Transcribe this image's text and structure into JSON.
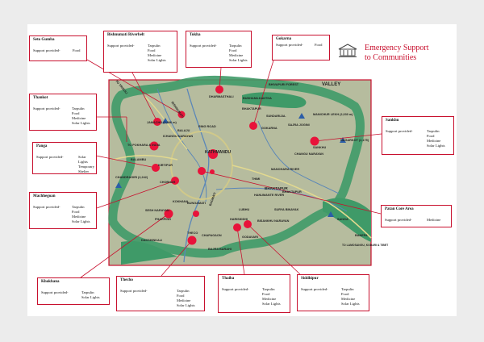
{
  "header": {
    "title_line1": "Emergency Support",
    "title_line2": "to Communities"
  },
  "colors": {
    "accent": "#c8102e",
    "marker": "#e8133a",
    "land": "#b2b89a",
    "forest": "#4a9a6a"
  },
  "map_labels": {
    "valley": "VALLEY",
    "kathmandu": "KATHMANDU",
    "bhaktapur": "BHAKTAPUR",
    "bhaktapur_small": "BHAKTAPUR",
    "to_trisuli": "TO TRISULI",
    "bhaktapur_top": "BHAKTAPUR",
    "bhivapuri_forest": "BHIVAPURI FOREST",
    "manichur": "MANICHUR LEKH (2,030 m)",
    "jamacho": "JAMACHO (2,096 m)",
    "ichangu": "ICHANGU NARAYAN",
    "balaju": "BALAJU",
    "ring_road": "RING ROAD",
    "dharmasthali": "DHARMASTHALI",
    "budhanilkantha": "BUDHANILKANTHA",
    "sundarijal": "SUNDARIJAL",
    "gokarna": "GOKARNA",
    "sajra": "SAJRA JOGINI",
    "sankhu": "SANKHU",
    "changu": "CHANGU NARAYAN",
    "nagarkot": "NAGARKOT (2,175)",
    "to_pokhara": "TO POKHARA & INDIA",
    "balambu": "BALAMBU",
    "kirtipur": "KIRTIPUR",
    "chobhar": "CHOBHAR",
    "chandragiri": "CHANDRAGIRI (2,242)",
    "bungamati": "BUNGAMATI",
    "kokhana": "KOKHANA",
    "sesh": "SESH NARAYAN",
    "pharping": "PHARPING",
    "dakshinkali": "DAKSHINKALI",
    "theco": "THECO",
    "chapagaon": "CHAPAGAON",
    "harisiddhi": "HARISIDDHI",
    "lubhu": "LUBHU",
    "bisankhu": "BISANKHU NARAYAN",
    "godavari": "GODAVARI",
    "bajra": "BAJRA BARAHI",
    "surya": "SURYA BINAYAK",
    "sanga": "SANGA",
    "banepa": "BANEPA",
    "to_lamosangu": "TO LAMOSANGU, KODARI & TIBET",
    "thimi": "THIMI",
    "manohara": "MANOHARA RIVER",
    "hanumante": "HANUMANTE RIVER",
    "bagmati": "BAGMATI",
    "bishnumati": "BISHNUMATI"
  },
  "boxes": [
    {
      "id": "seto-gumba",
      "title": "Seto Gumba",
      "label": "Support provided-",
      "items": [
        "Food"
      ]
    },
    {
      "id": "bishnumati-riverbelt",
      "title": "Bishnumati Riverbelt",
      "label": "Support provided-",
      "items": [
        "Tarpulin",
        "Food",
        "Medicine",
        "Solar Lights"
      ]
    },
    {
      "id": "tokha",
      "title": "Tokha",
      "label": "Support provided-",
      "items": [
        "Tarpulin",
        "Food",
        "Medicine",
        "Solar Lights"
      ]
    },
    {
      "id": "gokarna",
      "title": "Gokarna",
      "label": "Support provided-",
      "items": [
        "Food"
      ]
    },
    {
      "id": "thankot",
      "title": "Thankot",
      "label": "Support provided-",
      "items": [
        "Tarpulin",
        "Food",
        "Medicine",
        "Solar Lights"
      ]
    },
    {
      "id": "sankhu",
      "title": "Sankhu",
      "label": "Support provided-",
      "items": [
        "Tarpulin",
        "Food",
        "Medicine",
        "Solar Lights"
      ]
    },
    {
      "id": "panga",
      "title": "Panga",
      "label": "Support provided-",
      "items": [
        "Solar Lights",
        "Temporary",
        "Shelter"
      ]
    },
    {
      "id": "machhegoan",
      "title": "Machhegoan",
      "label": "Support provided-",
      "items": [
        "Tarpulin",
        "Food",
        "Medicine",
        "Solar Lights"
      ]
    },
    {
      "id": "patan-core-area",
      "title": "Patan Core Area",
      "label": "Support provided-",
      "items": [
        "Medicine"
      ]
    },
    {
      "id": "khokhana",
      "title": "Khokhana",
      "label": "Support provided-",
      "items": [
        "Tarpulin",
        "Solar Lights"
      ]
    },
    {
      "id": "thecho",
      "title": "Thecho",
      "label": "Support provided-",
      "items": [
        "Tarpulin",
        "Food",
        "Medicine",
        "Solar Lights"
      ]
    },
    {
      "id": "thaiba",
      "title": "Thaiba",
      "label": "Support provided-",
      "items": [
        "Tarpulin",
        "Food",
        "Medicine",
        "Solar Lights"
      ]
    },
    {
      "id": "siddhipur",
      "title": "Siddhipur",
      "label": "Support provided-",
      "items": [
        "Tarpulin",
        "Food",
        "Medicine",
        "Solar Lights"
      ]
    }
  ]
}
